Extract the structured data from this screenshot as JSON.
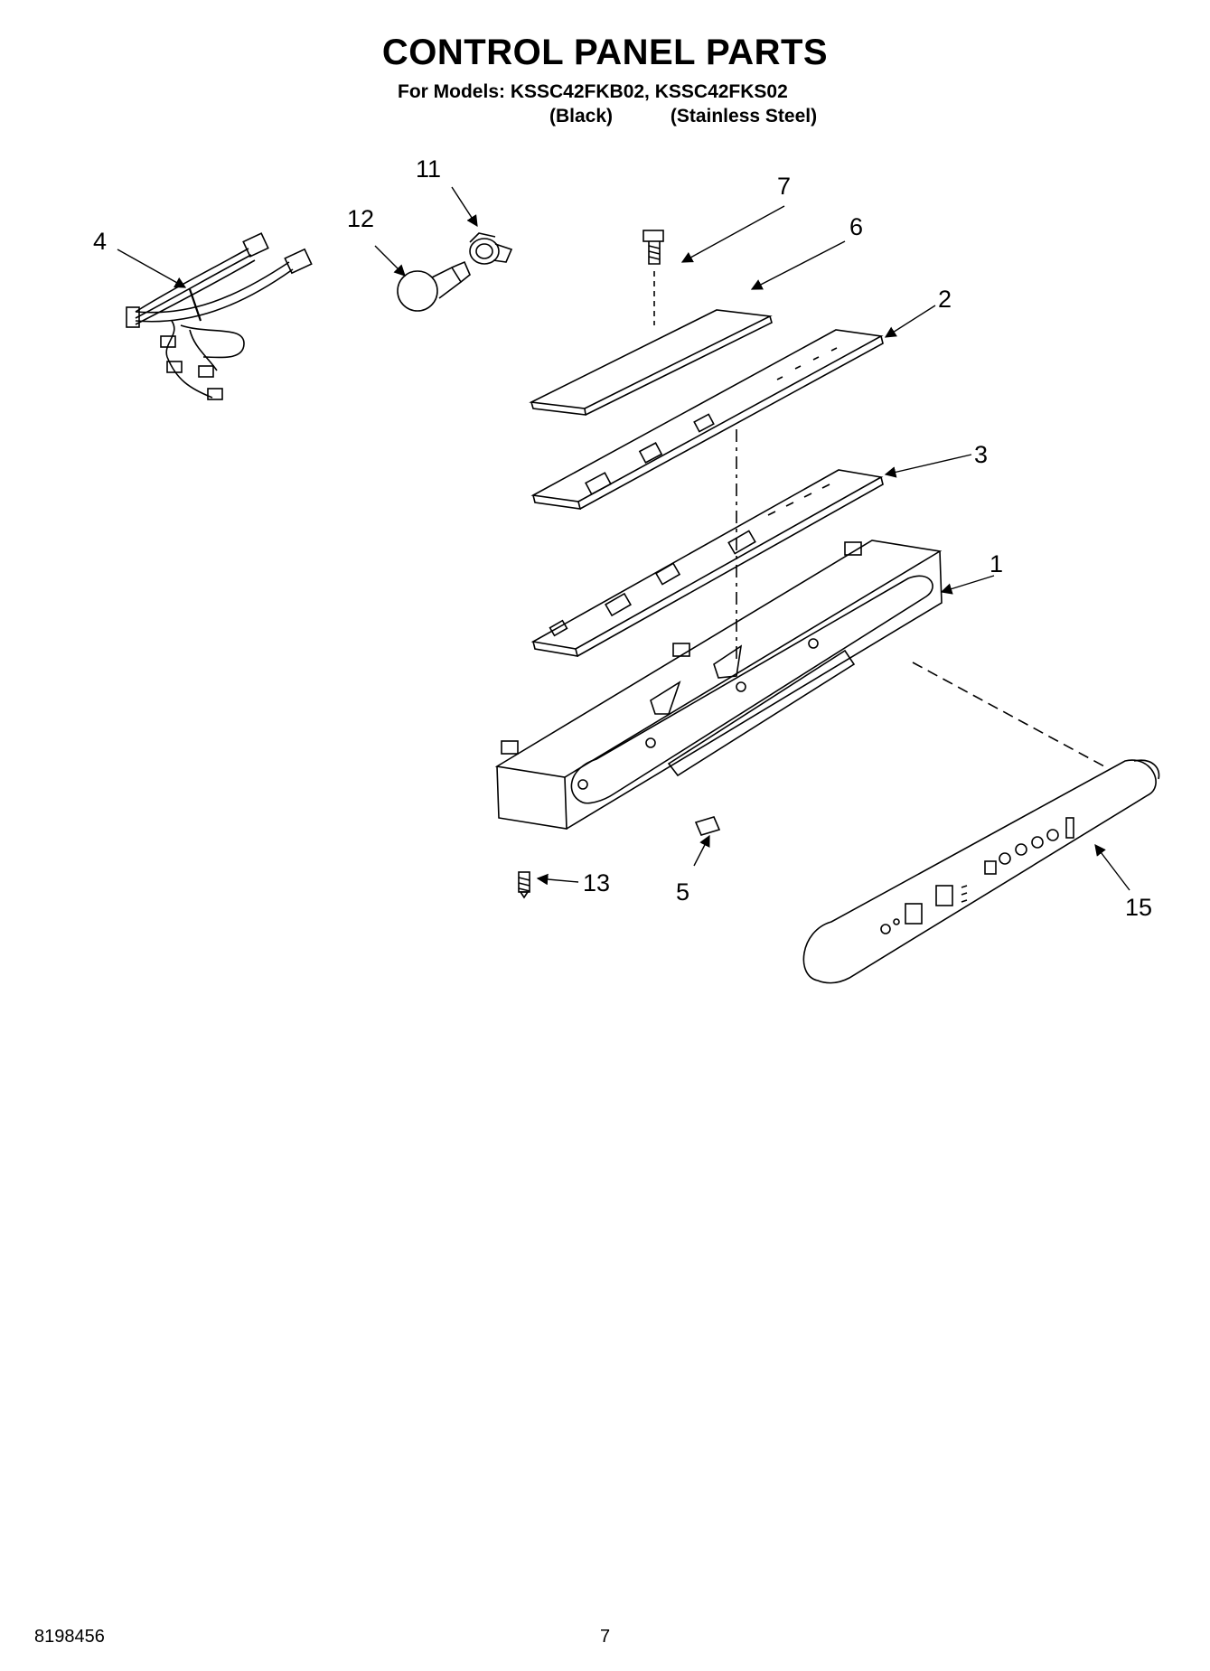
{
  "title": "CONTROL PANEL PARTS",
  "models_line": "For Models: KSSC42FKB02, KSSC42FKS02",
  "variants": [
    "(Black)",
    "(Stainless Steel)"
  ],
  "callouts": [
    "1",
    "2",
    "3",
    "4",
    "5",
    "6",
    "7",
    "11",
    "12",
    "13",
    "15"
  ],
  "footer": {
    "doc_number": "8198456",
    "page_number": "7"
  }
}
